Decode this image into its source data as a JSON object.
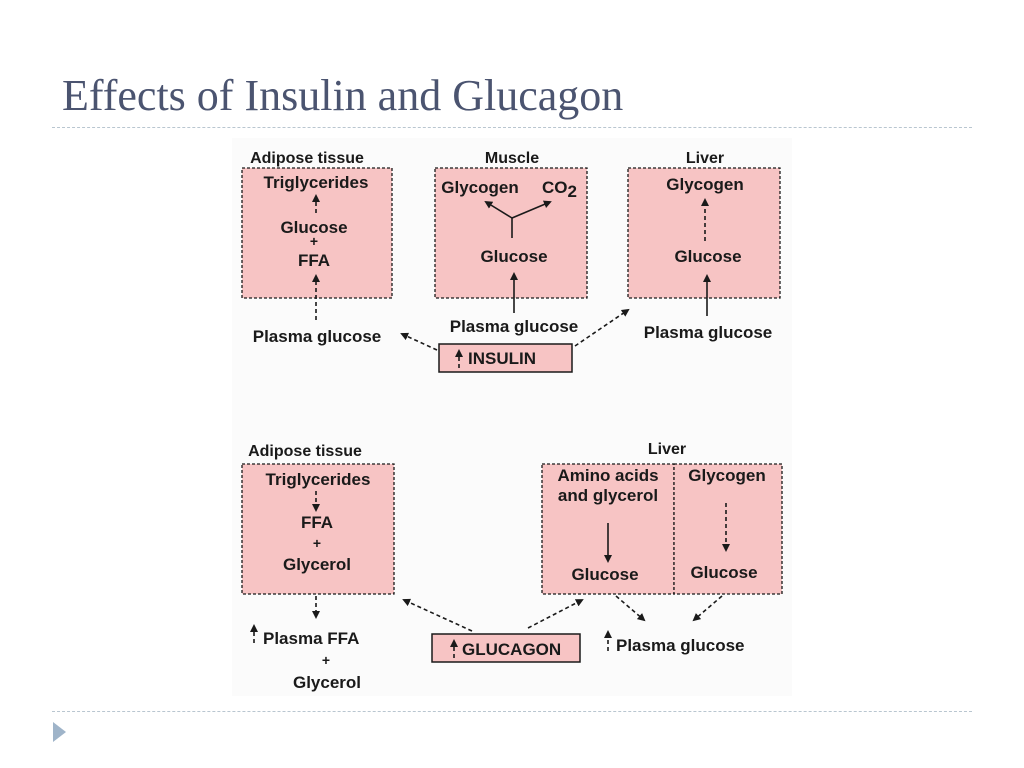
{
  "title": "Effects of Insulin and Glucagon",
  "diagram": {
    "insulin": {
      "hormone": "INSULIN",
      "adipose": {
        "header": "Adipose tissue",
        "product": "Triglycerides",
        "line1": "Glucose",
        "plus": "+",
        "line2": "FFA",
        "source": "Plasma glucose"
      },
      "muscle": {
        "header": "Muscle",
        "product1": "Glycogen",
        "product2_main": "CO",
        "product2_sub": "2",
        "substrate": "Glucose",
        "source": "Plasma glucose"
      },
      "liver": {
        "header": "Liver",
        "product": "Glycogen",
        "substrate": "Glucose",
        "source": "Plasma glucose"
      }
    },
    "glucagon": {
      "hormone": "GLUCAGON",
      "adipose": {
        "header": "Adipose tissue",
        "line1": "Triglycerides",
        "line2": "FFA",
        "plus": "+",
        "line3": "Glycerol",
        "output1": "Plasma FFA",
        "output_plus": "+",
        "output2": "Glycerol"
      },
      "liver": {
        "header": "Liver",
        "left_line1": "Amino acids",
        "left_line2": "and glycerol",
        "left_product": "Glucose",
        "right_source": "Glycogen",
        "right_product": "Glucose",
        "output": "Plasma glucose"
      }
    }
  },
  "icons": {
    "bullet": "triangle-bullet-icon",
    "increase": "up-arrow-icon"
  },
  "colors": {
    "title": "#4b5470",
    "box_fill": "#f7c4c4",
    "bullet": "#9fb4c9",
    "rule": "#b9c6d0"
  }
}
